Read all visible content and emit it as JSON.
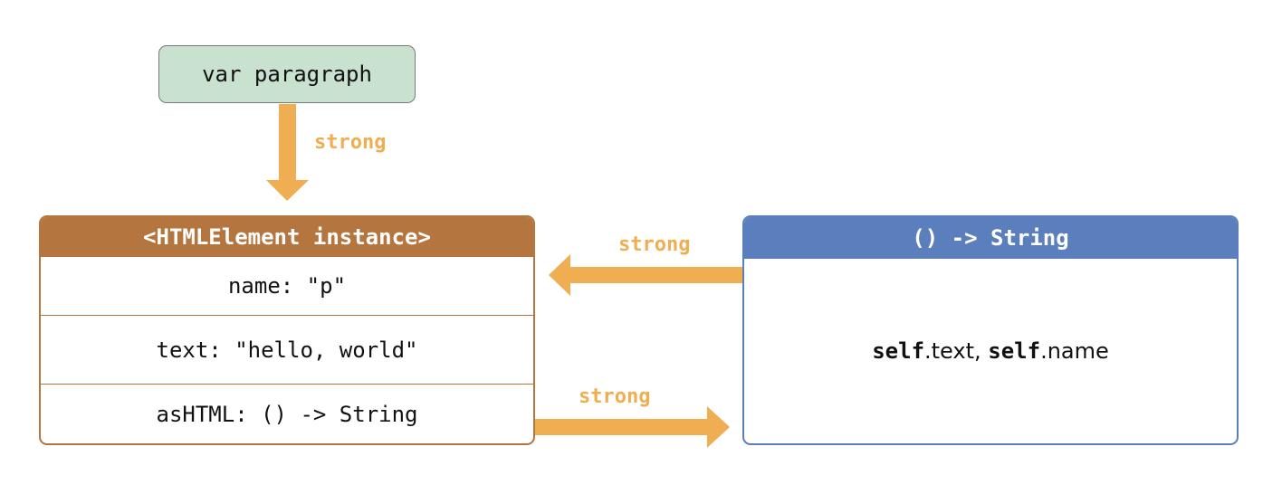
{
  "variable": {
    "label": "var paragraph"
  },
  "instance": {
    "title": "<HTMLElement instance>",
    "rows": [
      "name: \"p\"",
      "text: \"hello, world\"",
      "asHTML: () -> String"
    ]
  },
  "closure": {
    "title": "() -> String",
    "body": {
      "kw1": "self",
      "rest1": ".text, ",
      "kw2": "self",
      "rest2": ".name"
    }
  },
  "arrows": {
    "variable_to_instance": "strong",
    "closure_to_instance": "strong",
    "instance_to_closure": "strong"
  },
  "colors": {
    "variable_fill": "#c9e1cf",
    "instance_accent": "#b5753f",
    "closure_accent": "#5b7fbd",
    "arrow": "#efae52"
  }
}
